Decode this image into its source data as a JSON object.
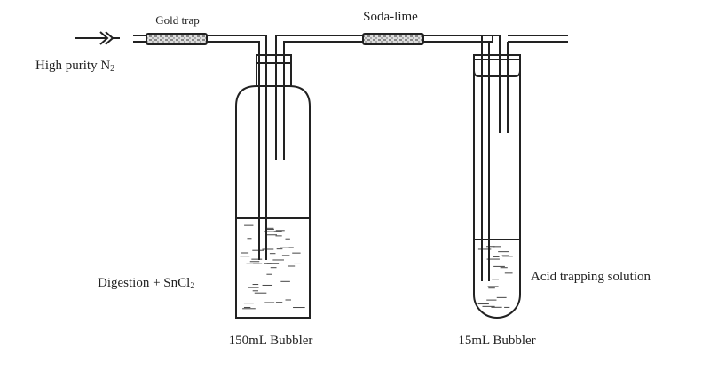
{
  "labels": {
    "gas_source": "High purity N",
    "gas_source_sub": "2",
    "gold_trap": "Gold trap",
    "soda_lime": "Soda-lime",
    "digestion": "Digestion + SnCl",
    "digestion_sub": "2",
    "acid_trap": "Acid trapping solution",
    "bubbler_large": "150mL Bubbler",
    "bubbler_small": "15mL Bubbler"
  },
  "colors": {
    "line": "#222222",
    "packing": "#999999"
  }
}
